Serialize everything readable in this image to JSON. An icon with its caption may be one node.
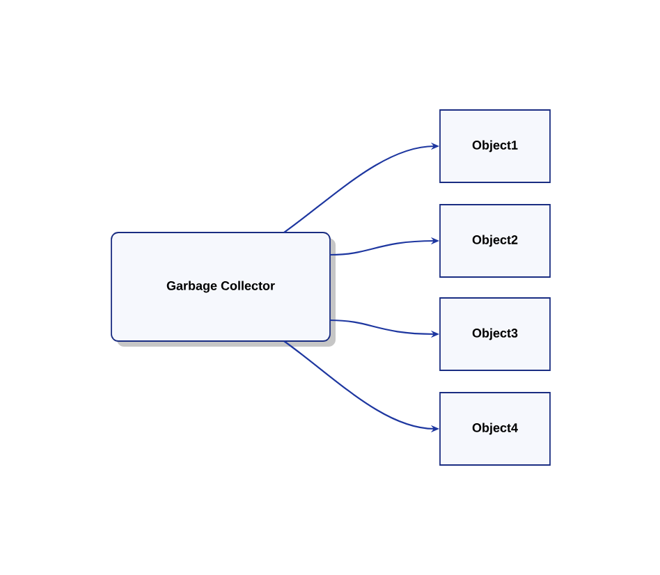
{
  "diagram": {
    "nodes": [
      {
        "text": [
          "Garbage Collector"
        ]
      },
      {
        "text": [
          "Object1"
        ]
      },
      {
        "text": [
          "Object2"
        ]
      },
      {
        "text": [
          "Object3"
        ]
      },
      {
        "text": [
          "Object4"
        ]
      }
    ],
    "edges": [
      {
        "from": 0,
        "to": 1,
        "arrow": "to"
      },
      {
        "from": 0,
        "to": 2,
        "arrow": "to"
      },
      {
        "from": 0,
        "to": 3,
        "arrow": "to"
      },
      {
        "from": 0,
        "to": 4,
        "arrow": "to"
      }
    ]
  }
}
